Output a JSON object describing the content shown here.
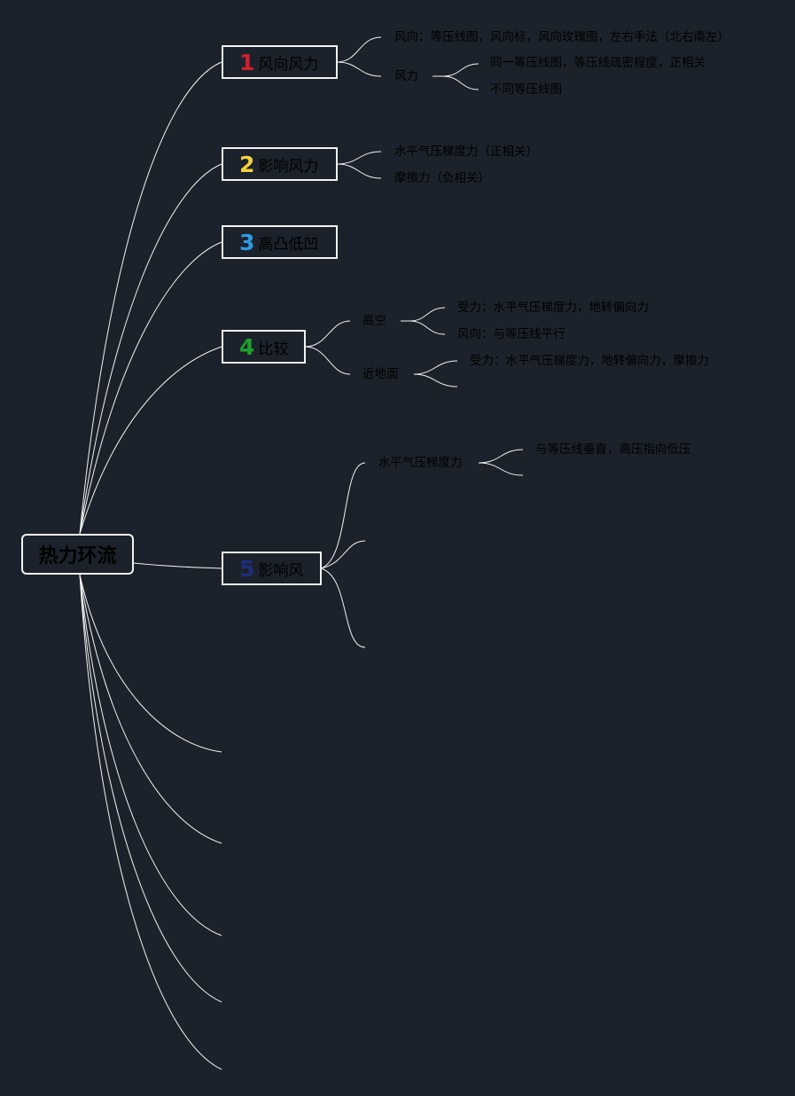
{
  "root": {
    "label": "热力环流"
  },
  "branches": [
    {
      "num": "1",
      "num_color": "#d0202e",
      "label": "风向风力"
    },
    {
      "num": "2",
      "num_color": "#f4d03f",
      "label": "影响风力"
    },
    {
      "num": "3",
      "num_color": "#2e9be3",
      "label": "高凸低凹"
    },
    {
      "num": "4",
      "num_color": "#1f9e2c",
      "label": "比较"
    },
    {
      "num": "5",
      "num_color": "#1c2e7a",
      "label": "影响风"
    }
  ],
  "b1": {
    "wind_dir": "风向：等压线图，风向标，风向玫瑰图，左右手法（北右南左）",
    "wind_force": "风力",
    "wf1": "同一等压线图，等压线疏密程度，正相关",
    "wf2": "不同等压线图"
  },
  "b2": {
    "c1": "水平气压梯度力（正相关）",
    "c2": "摩擦力（负相关）"
  },
  "b4": {
    "high": "高空",
    "high_force": "受力：水平气压梯度力，地转偏向力",
    "high_dir": "风向：与等压线平行",
    "ground": "近地面",
    "ground_force": "受力：水平气压梯度力，地转偏向力，摩擦力"
  },
  "b5": {
    "c1": "水平气压梯度力",
    "c1_detail": "与等压线垂直，高压指向低压"
  }
}
